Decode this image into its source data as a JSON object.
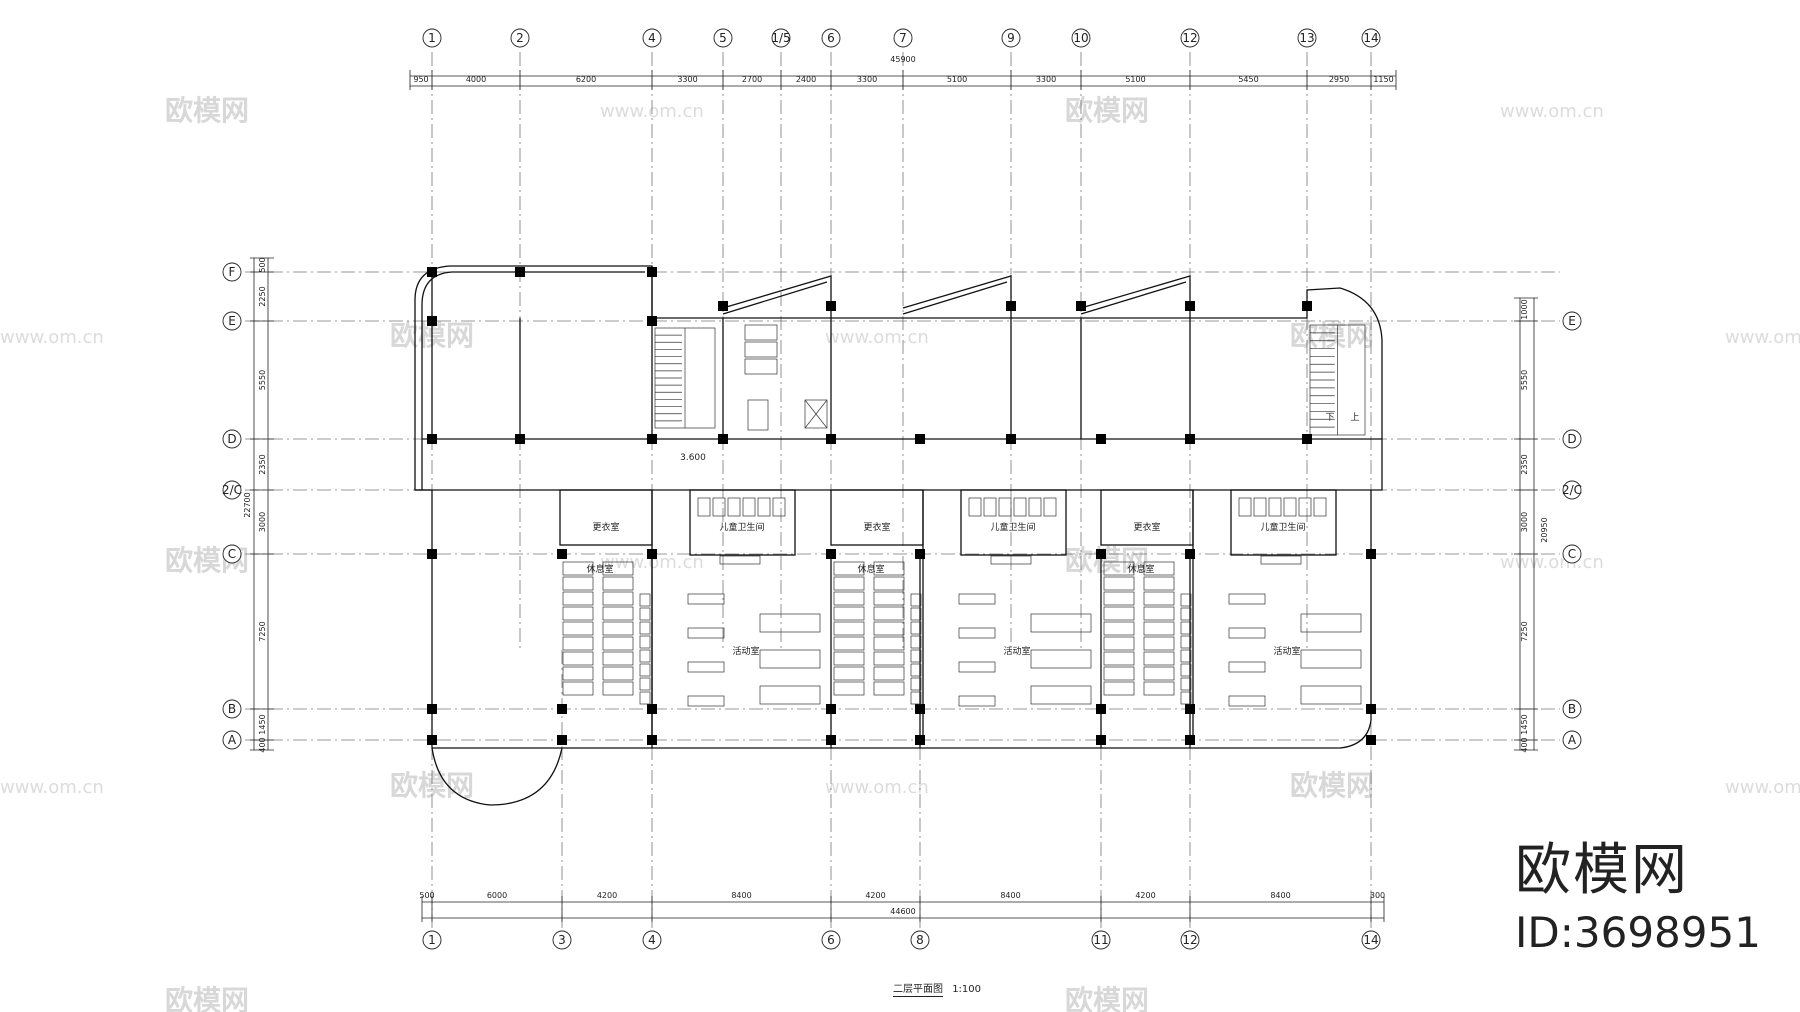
{
  "drawing_title": "二层平面图",
  "drawing_scale": "1:100",
  "brand": {
    "name": "欧模网",
    "id": "ID:3698951"
  },
  "watermark": {
    "logo": "欧模网",
    "url": "www.om.cn"
  },
  "top_axes": [
    "1",
    "2",
    "4",
    "5",
    "1/5",
    "6",
    "7",
    "9",
    "10",
    "12",
    "13",
    "14"
  ],
  "top_dims": [
    "950",
    "4000",
    "6200",
    "3300",
    "2700",
    "2400",
    "3300",
    "5100",
    "3300",
    "5100",
    "5450",
    "2950",
    "1150"
  ],
  "top_total": "45900",
  "bottom_axes": [
    "1",
    "3",
    "4",
    "6",
    "8",
    "11",
    "12",
    "14"
  ],
  "bottom_dims": [
    "500",
    "6000",
    "4200",
    "8400",
    "4200",
    "8400",
    "4200",
    "8400",
    "300"
  ],
  "bottom_total": "44600",
  "left_axes": [
    "F",
    "E",
    "D",
    "2/C",
    "C",
    "B",
    "A"
  ],
  "left_dims": [
    "500",
    "2250",
    "5550",
    "2350",
    "3000",
    "7250",
    "1450",
    "400"
  ],
  "left_total": "22700",
  "right_axes": [
    "E",
    "D",
    "2/C",
    "C",
    "B",
    "A"
  ],
  "right_dims": [
    "1000",
    "5550",
    "2350",
    "3000",
    "7250",
    "1450",
    "400"
  ],
  "right_total": "20950",
  "rooms": {
    "changing_room": "更衣室",
    "kids_toilet": "儿童卫生间",
    "rest_room": "休息室",
    "activity_room": "活动室"
  },
  "level_mark": "3.600",
  "stair_up": "上",
  "stair_down": "下"
}
